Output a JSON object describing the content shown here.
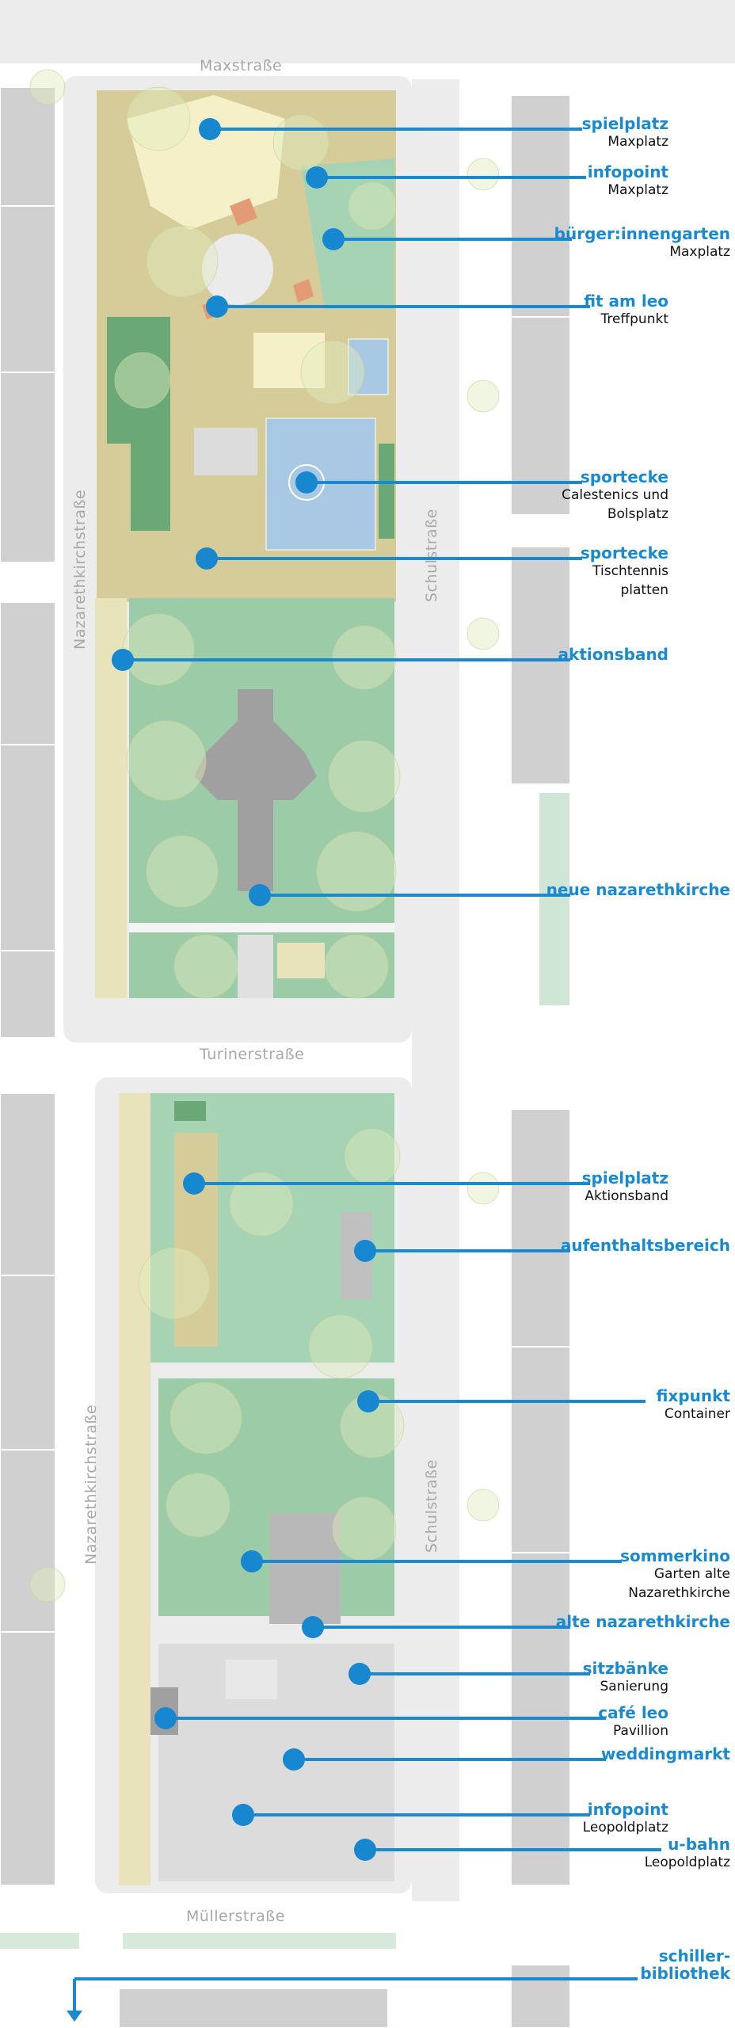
{
  "colors": {
    "accent": "#1a8ad0",
    "green_dark": "#6aa878",
    "green_light": "#a5d3b3",
    "sand": "#d6cc9a",
    "cream": "#f6f0c8",
    "court_blue": "#a8c8e4",
    "building": "#d0d0d0",
    "road": "#ececec"
  },
  "streets": {
    "top": "Maxstraße",
    "middle": "Turinerstraße",
    "bottom": "Müllerstraße",
    "west_north": "Nazarethkirchstraße",
    "west_south": "Nazarethkirchstraße",
    "east_north": "Schulstraße",
    "east_south": "Schulstraße"
  },
  "callouts": [
    {
      "title": "spielplatz",
      "sub": [
        "Maxplatz"
      ]
    },
    {
      "title": "infopoint",
      "sub": [
        "Maxplatz"
      ]
    },
    {
      "title": "bürger:innengarten",
      "sub": [
        "Maxplatz"
      ]
    },
    {
      "title": "fit am leo",
      "sub": [
        "Treffpunkt"
      ]
    },
    {
      "title": "sportecke",
      "sub": [
        "Calestenics und",
        "Bolsplatz"
      ]
    },
    {
      "title": "sportecke",
      "sub": [
        "Tischtennis",
        "platten"
      ]
    },
    {
      "title": "aktionsband",
      "sub": []
    },
    {
      "title": "neue nazarethkirche",
      "sub": []
    },
    {
      "title": "spielplatz",
      "sub": [
        "Aktionsband"
      ]
    },
    {
      "title": "aufenthaltsbereich",
      "sub": []
    },
    {
      "title": "fixpunkt",
      "sub": [
        "Container"
      ]
    },
    {
      "title": "sommerkino",
      "sub": [
        "Garten alte",
        "Nazarethkirche"
      ]
    },
    {
      "title": "alte nazarethkirche",
      "sub": []
    },
    {
      "title": "sitzbänke",
      "sub": [
        "Sanierung"
      ]
    },
    {
      "title": "café leo",
      "sub": [
        "Pavillion"
      ]
    },
    {
      "title": "weddingmarkt",
      "sub": []
    },
    {
      "title": "infopoint",
      "sub": [
        "Leopoldplatz"
      ]
    },
    {
      "title": "u-bahn",
      "sub": [
        "Leopoldplatz"
      ]
    },
    {
      "title": "schiller-",
      "sub": []
    },
    {
      "title": "bibliothek",
      "sub": []
    }
  ]
}
